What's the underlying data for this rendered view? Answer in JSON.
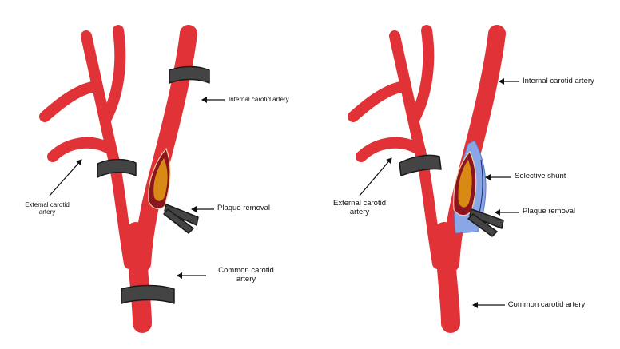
{
  "colors": {
    "artery": "#e03237",
    "artery_outline": "#b5162a",
    "clamp": "#444444",
    "clamp_outline": "#1a1a1a",
    "plaque": "#d98a14",
    "incision": "#8c1420",
    "shunt": "#8aa6e6"
  },
  "left_panel": {
    "labels": {
      "internal_carotid": "Internal carotid artery",
      "external_carotid": "External carotid artery",
      "plaque_removal": "Plaque removal",
      "common_carotid": "Common carotid artery"
    }
  },
  "right_panel": {
    "labels": {
      "internal_carotid": "Internal carotid artery",
      "selective_shunt": "Selective shunt",
      "external_carotid": "External carotid artery",
      "plaque_removal": "Plaque removal",
      "common_carotid": "Common carotid artery"
    }
  }
}
